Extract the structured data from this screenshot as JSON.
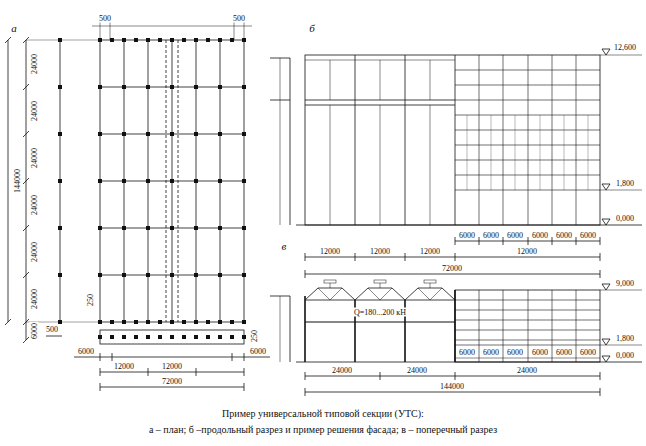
{
  "diagram": {
    "caption": "Пример универсальной типовой секции (УТС):",
    "labels": [
      "а",
      "24000",
      "24000",
      "24000",
      "24000",
      "24000",
      "24000",
      "144000",
      "6000",
      "500",
      "500",
      "500",
      "250",
      "250",
      "6000",
      "6000",
      "12000",
      "12000",
      "72000",
      "б",
      "12,600",
      "1,800",
      "0,000",
      "6000",
      "6000",
      "6000",
      "6000",
      "6000",
      "6000",
      "12000",
      "12000",
      "12000",
      "12000",
      "72000",
      "в",
      "9,000",
      "1,800",
      "0,000",
      "Q=180...200 кН",
      "6000",
      "6000",
      "6000",
      "6000",
      "6000",
      "6000",
      "24000",
      "24000",
      "24000",
      "144000",
      "а – план; б –продольный разрез и пример решения фасада; в – поперечный разрез"
    ]
  }
}
